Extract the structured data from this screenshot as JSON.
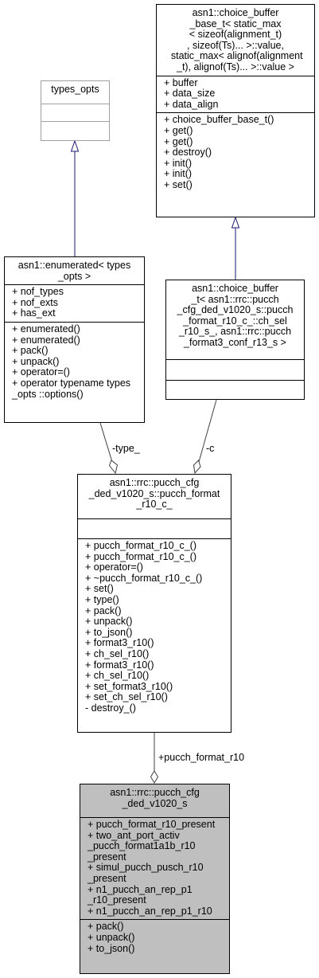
{
  "nodes": {
    "choice_buffer_base": {
      "title_lines": [
        "asn1::choice_buffer",
        "_base_t< static_max",
        "< sizeof(alignment_t)",
        ", sizeof(Ts)... >::value,",
        " static_max< alignof(alignment",
        "_t), alignof(Ts)... >::value >"
      ],
      "attributes": [
        "+ buffer",
        "+ data_size",
        "+ data_align"
      ],
      "methods": [
        "+ choice_buffer_base_t()",
        "+ get()",
        "+ get()",
        "+ destroy()",
        "+ init()",
        "+ init()",
        "+ set()"
      ]
    },
    "types_opts": {
      "title_lines": [
        "types_opts"
      ],
      "attributes": [],
      "methods": []
    },
    "enumerated": {
      "title_lines": [
        "asn1::enumerated< types",
        "_opts >"
      ],
      "attributes": [
        "+ nof_types",
        "+ nof_exts",
        "+ has_ext"
      ],
      "methods": [
        "+ enumerated()",
        "+ enumerated()",
        "+ pack()",
        "+ unpack()",
        "+ operator=()",
        "+ operator typename types",
        "_opts ::options()"
      ]
    },
    "choice_buffer": {
      "title_lines": [
        "asn1::choice_buffer",
        "_t< asn1::rrc::pucch",
        "_cfg_ded_v1020_s::pucch",
        "_format_r10_c_::ch_sel",
        "_r10_s_, asn1::rrc::pucch",
        "_format3_conf_r13_s >"
      ],
      "attributes": [],
      "methods": []
    },
    "pucch_format_r10_c": {
      "title_lines": [
        "asn1::rrc::pucch_cfg",
        "_ded_v1020_s::pucch_format",
        "_r10_c_"
      ],
      "attributes": [],
      "methods": [
        "+ pucch_format_r10_c_()",
        "+ pucch_format_r10_c_()",
        "+ operator=()",
        "+ ~pucch_format_r10_c_()",
        "+ set()",
        "+ type()",
        "+ pack()",
        "+ unpack()",
        "+ to_json()",
        "+ format3_r10()",
        "+ ch_sel_r10()",
        "+ format3_r10()",
        "+ ch_sel_r10()",
        "+ set_format3_r10()",
        "+ set_ch_sel_r10()",
        "- destroy_()"
      ]
    },
    "pucch_cfg_ded_v1020": {
      "title_lines": [
        "asn1::rrc::pucch_cfg",
        "_ded_v1020_s"
      ],
      "attributes": [
        "+ pucch_format_r10_present",
        "+ two_ant_port_activ",
        "_pucch_format1a1b_r10",
        "_present",
        "+ simul_pucch_pusch_r10",
        "_present",
        "+ n1_pucch_an_rep_p1",
        "_r10_present",
        "+ n1_pucch_an_rep_p1_r10"
      ],
      "methods": [
        "+ pack()",
        "+ unpack()",
        "+ to_json()"
      ]
    }
  },
  "edge_labels": {
    "type": "-type_",
    "c": "-c",
    "pucch_format_r10": "+pucch_format_r10"
  },
  "colors": {
    "inheritance_edge": "#191970",
    "composition_edge": "#404040",
    "focus_fill": "#bfbfbf",
    "external_border": "#a0a0a0"
  }
}
